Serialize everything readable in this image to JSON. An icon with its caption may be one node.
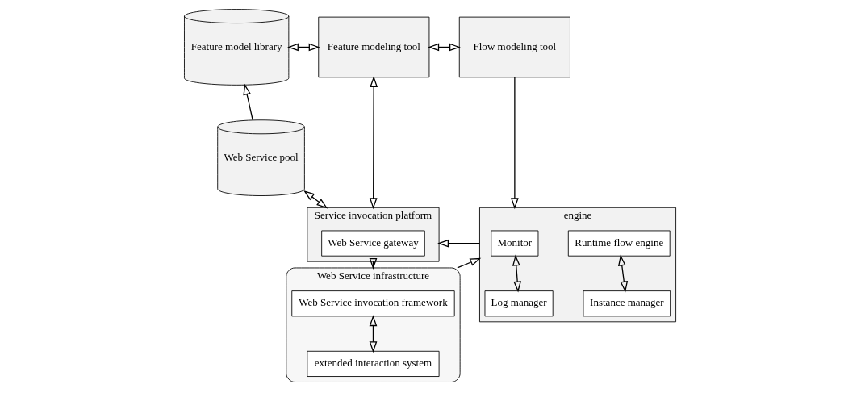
{
  "diagram": {
    "nodes": [
      {
        "text": [
          "Feature model library"
        ]
      },
      {
        "text": [
          "Feature modeling tool"
        ]
      },
      {
        "text": [
          "Flow modeling tool"
        ]
      },
      {
        "text": [
          "Web Service pool"
        ]
      },
      {
        "text": [
          "Service invocation platform"
        ]
      },
      {
        "text": [
          "Web Service gateway"
        ],
        "in": 4
      },
      {
        "text": [
          "engine"
        ]
      },
      {
        "text": [
          "Monitor"
        ],
        "in": 6
      },
      {
        "text": [
          "Runtime flow engine"
        ],
        "in": 6
      },
      {
        "text": [
          "Instance manager"
        ],
        "in": 6
      },
      {
        "text": [
          "Log manager"
        ],
        "in": 6
      },
      {
        "text": [
          "Web Service infrastructure"
        ]
      },
      {
        "text": [
          "Web Service invocation framework"
        ],
        "in": 11
      },
      {
        "text": [
          "extended interaction system"
        ],
        "in": 11
      }
    ],
    "edges": [
      {
        "from": 0,
        "to": 1,
        "arrow": "both"
      },
      {
        "from": 1,
        "to": 2,
        "arrow": "both"
      },
      {
        "from": 3,
        "to": 0,
        "arrow": "to"
      },
      {
        "from": 1,
        "to": 4,
        "arrow": "both"
      },
      {
        "from": 2,
        "to": 6,
        "arrow": "to"
      },
      {
        "from": 3,
        "to": 4,
        "arrow": "both"
      },
      {
        "from": 6,
        "to": 4,
        "arrow": "to"
      },
      {
        "from": 7,
        "to": 10,
        "arrow": "both"
      },
      {
        "from": 8,
        "to": 9,
        "arrow": "both"
      },
      {
        "from": 4,
        "to": 11,
        "arrow": "to"
      },
      {
        "from": 11,
        "to": 6,
        "arrow": "to"
      },
      {
        "from": 12,
        "to": 13,
        "arrow": "both"
      }
    ]
  }
}
